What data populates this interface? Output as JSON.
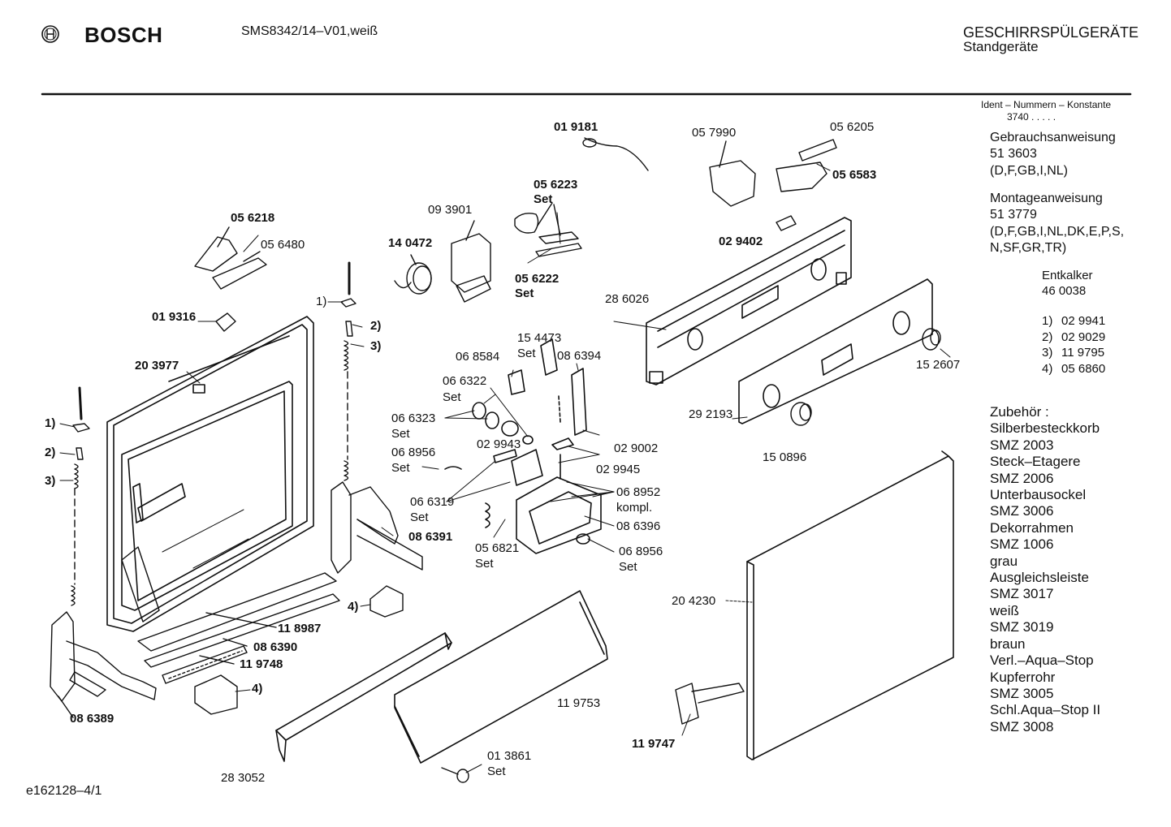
{
  "header": {
    "brand": "BOSCH",
    "model": "SMS8342/14–V01,weiß",
    "category": "GESCHIRRSPÜLGERÄTE",
    "subcategory": "Standgeräte"
  },
  "sidebar": {
    "ident_title": "Ident – Nummern – Konstante",
    "ident_value": "3740  .  .  .  .  .",
    "usage_manual": {
      "title": "Gebrauchsanweisung",
      "number": "51 3603",
      "languages": "(D,F,GB,I,NL)"
    },
    "assembly_manual": {
      "title": "Montageanweisung",
      "number": "51 3779",
      "languages_1": "(D,F,GB,I,NL,DK,E,P,S,",
      "languages_2": "N,SF,GR,TR)"
    },
    "descaler": {
      "title": "Entkalker",
      "number": "46 0038"
    },
    "footnotes": [
      {
        "key": "1)",
        "value": "02 9941"
      },
      {
        "key": "2)",
        "value": "02 9029"
      },
      {
        "key": "3)",
        "value": "11 9795"
      },
      {
        "key": "4)",
        "value": "05 6860"
      }
    ],
    "accessories_title": "Zubehör :",
    "accessories": [
      "Silberbesteckkorb",
      "SMZ 2003",
      "Steck–Etagere",
      "SMZ 2006",
      "Unterbausockel",
      "SMZ 3006",
      "Dekorrahmen",
      "SMZ 1006",
      "grau",
      "Ausgleichsleiste",
      "SMZ 3017",
      "weiß",
      "SMZ 3019",
      "braun",
      "Verl.–Aqua–Stop",
      "Kupferrohr",
      "SMZ 3005",
      "Schl.Aqua–Stop II",
      "SMZ 3008"
    ]
  },
  "footer": {
    "drawing_id": "e162128–4/1"
  },
  "parts": [
    {
      "id": "p_019181",
      "text": "01 9181",
      "bold": true
    },
    {
      "id": "p_057990",
      "text": "05 7990",
      "bold": false
    },
    {
      "id": "p_056205",
      "text": "05 6205",
      "bold": false
    },
    {
      "id": "p_056583",
      "text": "05 6583",
      "bold": true
    },
    {
      "id": "p_056223",
      "text": "05 6223",
      "bold": true
    },
    {
      "id": "p_056223set",
      "text": "Set",
      "bold": true
    },
    {
      "id": "p_093901",
      "text": "09 3901",
      "bold": false
    },
    {
      "id": "p_140472",
      "text": "14 0472",
      "bold": true
    },
    {
      "id": "p_056222",
      "text": "05 6222",
      "bold": true
    },
    {
      "id": "p_056222set",
      "text": "Set",
      "bold": true
    },
    {
      "id": "p_029402",
      "text": "02 9402",
      "bold": true
    },
    {
      "id": "p_056218",
      "text": "05 6218",
      "bold": true
    },
    {
      "id": "p_056480",
      "text": "05 6480",
      "bold": false
    },
    {
      "id": "p_019316",
      "text": "01 9316",
      "bold": true
    },
    {
      "id": "p_203977",
      "text": "20 3977",
      "bold": true
    },
    {
      "id": "p_286026",
      "text": "28 6026",
      "bold": false
    },
    {
      "id": "p_154473",
      "text": "15 4473",
      "bold": false
    },
    {
      "id": "p_154473set",
      "text": "Set",
      "bold": false
    },
    {
      "id": "p_068584",
      "text": "06 8584",
      "bold": false
    },
    {
      "id": "p_086394",
      "text": "08 6394",
      "bold": false
    },
    {
      "id": "p_066322",
      "text": "06 6322",
      "bold": false
    },
    {
      "id": "p_066322set",
      "text": "Set",
      "bold": false
    },
    {
      "id": "p_066323",
      "text": "06 6323",
      "bold": false
    },
    {
      "id": "p_066323set",
      "text": "Set",
      "bold": false
    },
    {
      "id": "p_068956a",
      "text": "06 8956",
      "bold": false
    },
    {
      "id": "p_068956aset",
      "text": "Set",
      "bold": false
    },
    {
      "id": "p_029943",
      "text": "02 9943",
      "bold": false
    },
    {
      "id": "p_029002",
      "text": "02 9002",
      "bold": false
    },
    {
      "id": "p_029945",
      "text": "02 9945",
      "bold": false
    },
    {
      "id": "p_066319",
      "text": "06 6319",
      "bold": false
    },
    {
      "id": "p_066319set",
      "text": "Set",
      "bold": false
    },
    {
      "id": "p_068952",
      "text": "06 8952",
      "bold": false
    },
    {
      "id": "p_068952k",
      "text": "kompl.",
      "bold": false
    },
    {
      "id": "p_086396",
      "text": "08 6396",
      "bold": false
    },
    {
      "id": "p_056821",
      "text": "05 6821",
      "bold": false
    },
    {
      "id": "p_056821set",
      "text": "Set",
      "bold": false
    },
    {
      "id": "p_068956b",
      "text": "06 8956",
      "bold": false
    },
    {
      "id": "p_068956bset",
      "text": "Set",
      "bold": false
    },
    {
      "id": "p_086391",
      "text": "08 6391",
      "bold": true
    },
    {
      "id": "p_152607",
      "text": "15 2607",
      "bold": false
    },
    {
      "id": "p_292193",
      "text": "29 2193",
      "bold": false
    },
    {
      "id": "p_150896",
      "text": "15 0896",
      "bold": false
    },
    {
      "id": "p_204230",
      "text": "20 4230",
      "bold": false
    },
    {
      "id": "p_118987",
      "text": "11 8987",
      "bold": true
    },
    {
      "id": "p_086390",
      "text": "08 6390",
      "bold": true
    },
    {
      "id": "p_119748",
      "text": "11 9748",
      "bold": true
    },
    {
      "id": "p_086389",
      "text": "08 6389",
      "bold": true
    },
    {
      "id": "p_119753",
      "text": "11 9753",
      "bold": false
    },
    {
      "id": "p_119747",
      "text": "11 9747",
      "bold": true
    },
    {
      "id": "p_283052",
      "text": "28 3052",
      "bold": false
    },
    {
      "id": "p_013861",
      "text": "01 3861",
      "bold": false
    },
    {
      "id": "p_013861set",
      "text": "Set",
      "bold": false
    }
  ],
  "callouts": [
    {
      "id": "c1_top",
      "text": "1)"
    },
    {
      "id": "c2_top",
      "text": "2)"
    },
    {
      "id": "c3_top",
      "text": "3)"
    },
    {
      "id": "c1_left",
      "text": "1)"
    },
    {
      "id": "c2_left",
      "text": "2)"
    },
    {
      "id": "c3_left",
      "text": "3)"
    },
    {
      "id": "c4_mid",
      "text": "4)"
    },
    {
      "id": "c4_low",
      "text": "4)"
    }
  ]
}
